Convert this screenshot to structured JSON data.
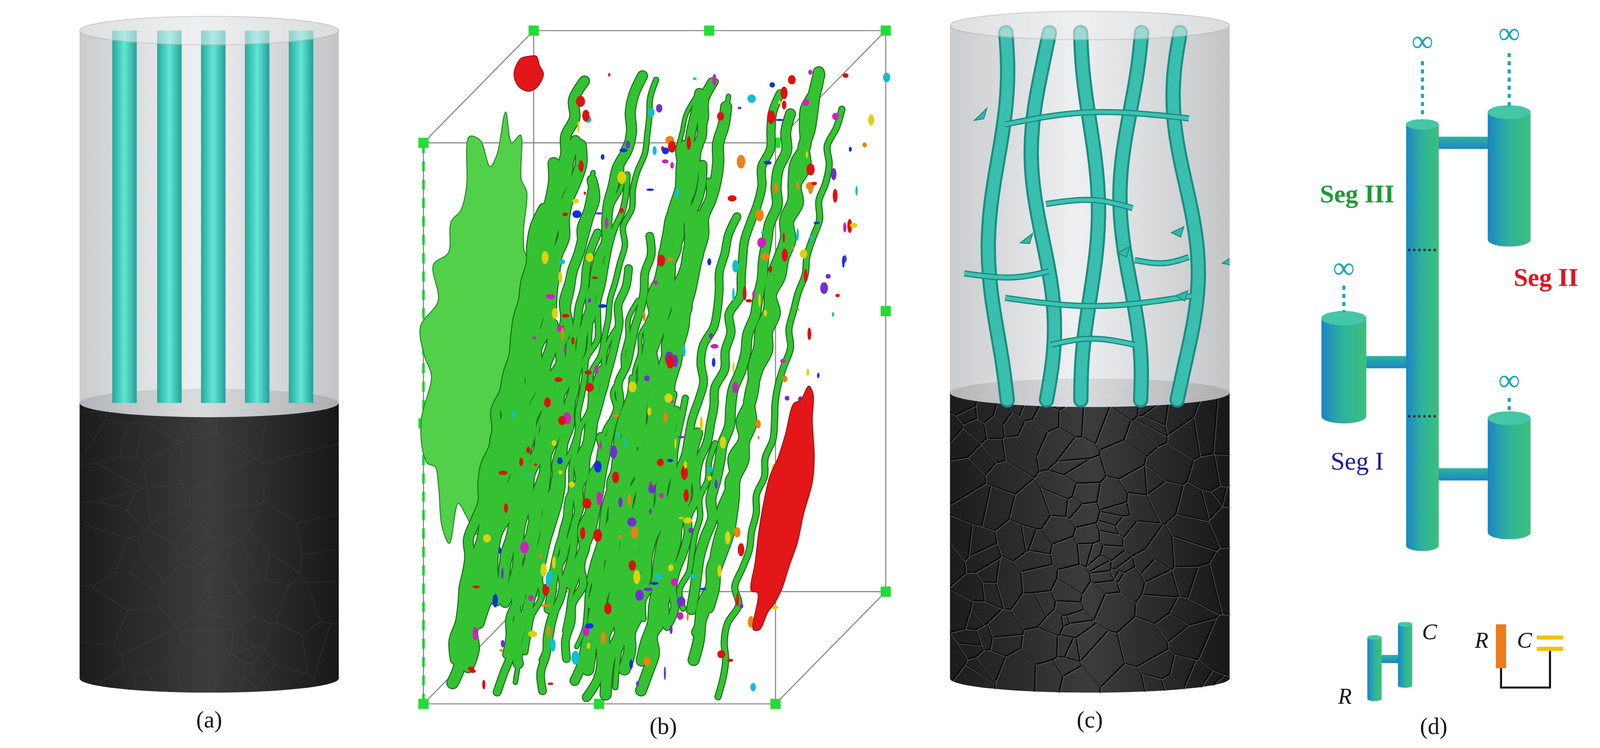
{
  "diagram": {
    "labels": [
      "∞",
      "∞",
      "Seg III",
      "∞",
      "Seg II",
      "∞",
      "Seg I",
      "C",
      "R",
      "C",
      "R",
      "(a)",
      "(b)",
      "(c)",
      "(d)"
    ]
  }
}
